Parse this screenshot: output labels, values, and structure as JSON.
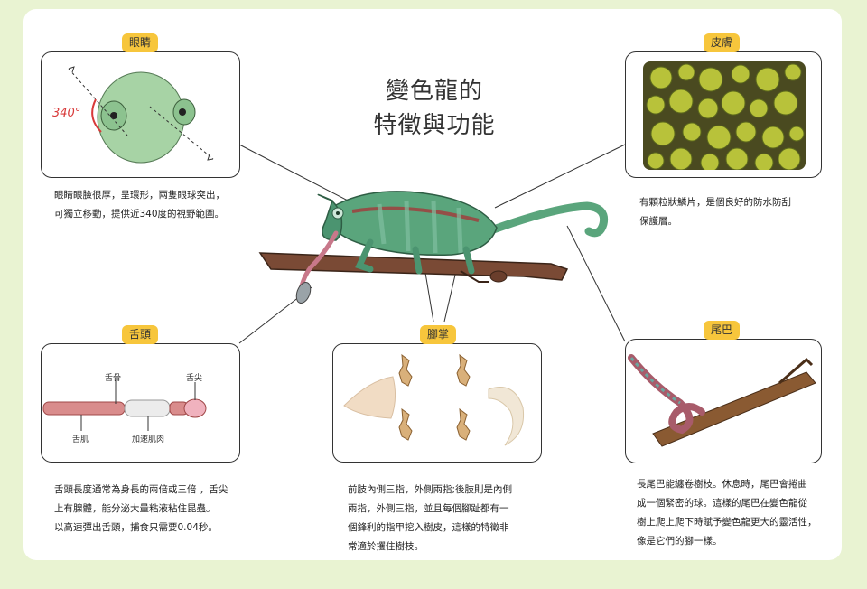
{
  "title_line1": "變色龍的",
  "title_line2": "特徵與功能",
  "eye": {
    "tag": "眼睛",
    "angle": "340°",
    "desc": [
      "眼睛眼臉很厚，呈環形，兩隻眼球突出，",
      "可獨立移動，提供近340度的視野範圍。"
    ]
  },
  "skin": {
    "tag": "皮膚",
    "desc": [
      "有顆粒狀鱗片，是個良好的防水防刮",
      "保護層。"
    ]
  },
  "tongue": {
    "tag": "舌頭",
    "labels": {
      "bone": "舌骨",
      "tip": "舌尖",
      "muscle": "舌肌",
      "accel": "加速肌肉"
    },
    "desc": [
      "舌頭長度通常為身長的兩倍或三倍 ，舌尖",
      "上有腺體，能分泌大量粘液粘住昆蟲。",
      "以高速彈出舌頭，捕食只需要0.04秒。"
    ]
  },
  "foot": {
    "tag": "腳掌",
    "desc": [
      "前肢內側三指，外側兩指;後肢則是內側",
      "兩指，外側三指，並且每個腳趾都有一",
      "個鋒利的指甲挖入樹皮，這樣的特徵非",
      "常適於攫住樹枝。"
    ]
  },
  "tail": {
    "tag": "尾巴",
    "desc": [
      "長尾巴能纏卷樹枝。休息時，尾巴會捲曲",
      "成一個緊密的球。這樣的尾巴在變色龍從",
      "樹上爬上爬下時賦予變色龍更大的靈活性，",
      "像是它們的腳一樣。"
    ]
  },
  "colors": {
    "tag": "#f7c63c",
    "background": "#e9f3d2",
    "chameleon": "#5aa57c"
  }
}
